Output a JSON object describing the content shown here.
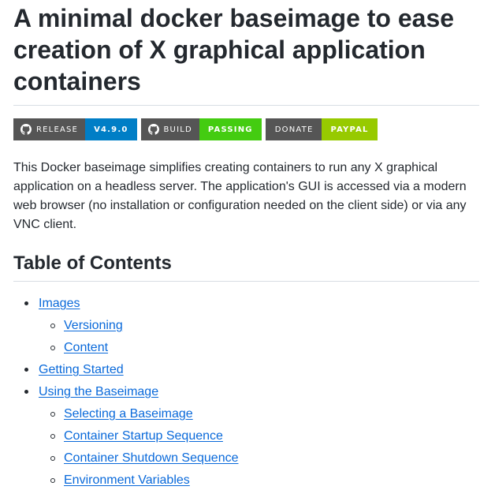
{
  "title": "A minimal docker baseimage to ease creation of X graphical application containers",
  "badges": [
    {
      "icon": "github-icon",
      "label": "RELEASE",
      "value": "V4.9.0",
      "color": "#007ec6"
    },
    {
      "icon": "github-icon",
      "label": "BUILD",
      "value": "PASSING",
      "color": "#44cc11"
    },
    {
      "icon": null,
      "label": "DONATE",
      "value": "PAYPAL",
      "color": "#97ca00"
    }
  ],
  "intro": "This Docker baseimage simplifies creating containers to run any X graphical application on a headless server. The application's GUI is accessed via a modern web browser (no installation or configuration needed on the client side) or via any VNC client.",
  "toc": {
    "heading": "Table of Contents",
    "items": [
      {
        "label": "Images",
        "children": [
          {
            "label": "Versioning"
          },
          {
            "label": "Content"
          }
        ]
      },
      {
        "label": "Getting Started",
        "children": []
      },
      {
        "label": "Using the Baseimage",
        "children": [
          {
            "label": "Selecting a Baseimage"
          },
          {
            "label": "Container Startup Sequence"
          },
          {
            "label": "Container Shutdown Sequence"
          },
          {
            "label": "Environment Variables"
          }
        ]
      }
    ]
  },
  "colors": {
    "link": "#0969da",
    "text": "#24292f",
    "divider": "#d8dee4",
    "badge_label_bg": "#555555"
  }
}
